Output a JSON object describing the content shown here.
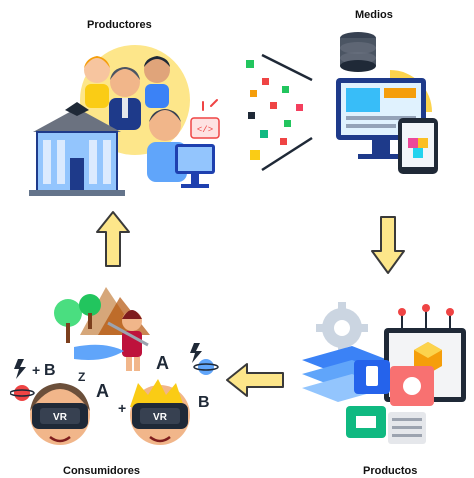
{
  "labels": {
    "producers": "Productores",
    "media": "Medios",
    "products": "Productos",
    "consumers": "Consumidores"
  },
  "consumer_letters": {
    "a1": "A",
    "plus1": "+",
    "b1": "B",
    "a2": "A",
    "b2": "B",
    "z": "Z",
    "plus2": "+",
    "vr1": "VR",
    "vr2": "VR"
  },
  "code_symbol": "</>",
  "colors": {
    "arrow_fill": "#fde68a",
    "arrow_stroke": "#3a3a3a",
    "blue": "#2b6cb0",
    "sky": "#7dd3fc",
    "yellow": "#fcd34d",
    "red": "#ef4444",
    "green": "#22c55e"
  }
}
